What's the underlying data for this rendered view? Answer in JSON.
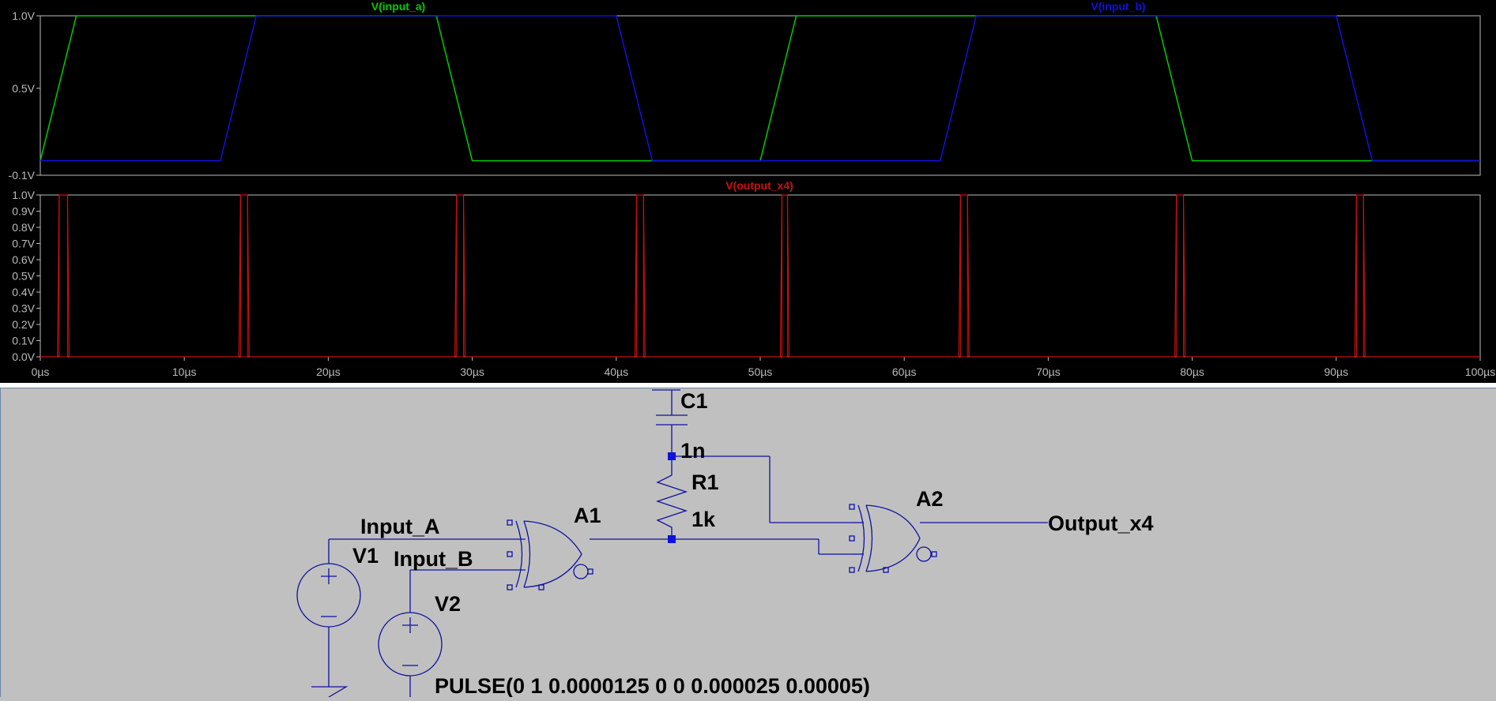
{
  "colors": {
    "plot_bg": "#000000",
    "axis": "#bcbcbc",
    "input_a": "#00cc00",
    "input_b": "#1010e0",
    "output": "#cc1010",
    "schematic_bg": "#c0c0c0",
    "wire": "#1010a0",
    "label": "#000000"
  },
  "waveforms": {
    "top_pane": {
      "trace_labels": [
        "V(input_a)",
        "V(input_b)"
      ],
      "y_ticks": [
        "1.0V",
        "0.5V",
        "-0.1V"
      ]
    },
    "bottom_pane": {
      "trace_labels": [
        "V(output_x4)"
      ],
      "y_ticks": [
        "1.0V",
        "0.9V",
        "0.8V",
        "0.7V",
        "0.6V",
        "0.5V",
        "0.4V",
        "0.3V",
        "0.2V",
        "0.1V",
        "0.0V"
      ]
    },
    "x_ticks": [
      "0µs",
      "10µs",
      "20µs",
      "30µs",
      "40µs",
      "50µs",
      "60µs",
      "70µs",
      "80µs",
      "90µs",
      "100µs"
    ]
  },
  "chart_data": [
    {
      "type": "line",
      "title": "",
      "xlabel": "",
      "ylabel": "",
      "xlim": [
        0,
        100
      ],
      "ylim": [
        -0.1,
        1.0
      ],
      "x_unit": "µs",
      "y_unit": "V",
      "series": [
        {
          "name": "V(input_a)",
          "x": [
            0,
            2.5,
            15,
            27.5,
            30,
            40,
            50,
            52.5,
            65,
            77.5,
            80,
            90,
            100
          ],
          "y": [
            0,
            1,
            1,
            1,
            0,
            0,
            0,
            1,
            1,
            1,
            0,
            0,
            0
          ]
        },
        {
          "name": "V(input_b)",
          "x": [
            0,
            12.5,
            15,
            40,
            42.5,
            50,
            62.5,
            65,
            90,
            92.5,
            100
          ],
          "y": [
            0,
            0,
            1,
            1,
            0,
            0,
            0,
            1,
            1,
            0,
            0
          ]
        }
      ]
    },
    {
      "type": "line",
      "title": "",
      "xlabel": "",
      "ylabel": "",
      "xlim": [
        0,
        100
      ],
      "ylim": [
        0.0,
        1.0
      ],
      "x_unit": "µs",
      "y_unit": "V",
      "series": [
        {
          "name": "V(output_x4)",
          "pulses": [
            {
              "start": 1.2,
              "end": 2.0
            },
            {
              "start": 13.8,
              "end": 14.5
            },
            {
              "start": 28.8,
              "end": 29.5
            },
            {
              "start": 41.3,
              "end": 42.0
            },
            {
              "start": 51.4,
              "end": 52.0
            },
            {
              "start": 63.8,
              "end": 64.5
            },
            {
              "start": 78.8,
              "end": 79.5
            },
            {
              "start": 91.3,
              "end": 92.0
            }
          ]
        }
      ]
    }
  ],
  "schematic": {
    "components": {
      "C1": {
        "name": "C1",
        "value": "1n"
      },
      "R1": {
        "name": "R1",
        "value": "1k"
      },
      "A1": {
        "name": "A1"
      },
      "A2": {
        "name": "A2"
      },
      "V1": {
        "name": "V1"
      },
      "V2": {
        "name": "V2"
      }
    },
    "net_labels": {
      "input_a": "Input_A",
      "input_b": "Input_B",
      "output": "Output_x4"
    },
    "source_directive": "PULSE(0 1 0.0000125 0 0 0.000025 0.00005)"
  }
}
